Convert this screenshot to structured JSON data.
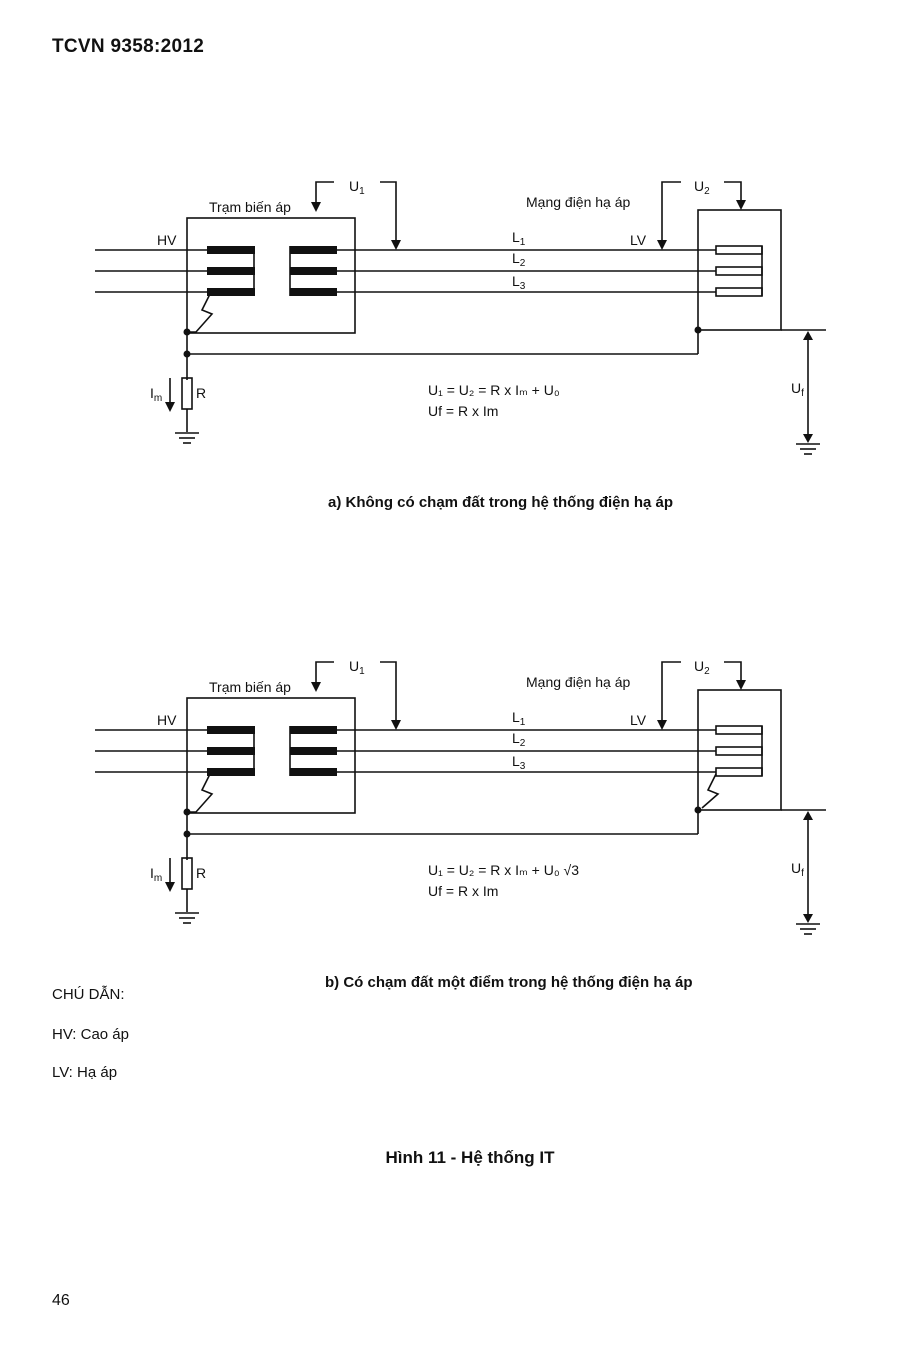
{
  "header": "TCVN 9358:2012",
  "figures": [
    {
      "id": "a",
      "substation": "Trạm biến áp",
      "lv_network": "Mạng điện hạ áp",
      "hv": "HV",
      "lv": "LV",
      "u1": "U",
      "u1_sub": "1",
      "u2": "U",
      "u2_sub": "2",
      "l1": "L",
      "l1_sub": "1",
      "l2": "L",
      "l2_sub": "2",
      "l3": "L",
      "l3_sub": "3",
      "im": "I",
      "im_sub": "m",
      "r": "R",
      "uf": "U",
      "uf_sub": "f",
      "eq1": "U₁ = U₂ = R x Iₘ + U₀",
      "eq2": "U_f = R x Iₘ",
      "eq2_display": "Uf = R x Im",
      "caption": "a) Không có chạm đất trong hệ thống điện hạ áp"
    },
    {
      "id": "b",
      "substation": "Trạm biến áp",
      "lv_network": "Mạng điện hạ áp",
      "hv": "HV",
      "lv": "LV",
      "u1": "U",
      "u1_sub": "1",
      "u2": "U",
      "u2_sub": "2",
      "l1": "L",
      "l1_sub": "1",
      "l2": "L",
      "l2_sub": "2",
      "l3": "L",
      "l3_sub": "3",
      "im": "I",
      "im_sub": "m",
      "r": "R",
      "uf": "U",
      "uf_sub": "f",
      "eq1": "U₁ = U₂ = R x Iₘ + U₀ √3",
      "eq2": "U_f = R x Iₘ",
      "eq2_display": "Uf = R x Im",
      "caption": "b) Có chạm đất một điểm trong hệ thống điện hạ áp"
    }
  ],
  "legend": {
    "title": "CHÚ DẪN:",
    "hv": "HV: Cao áp",
    "lv": "LV: Hạ áp"
  },
  "figure_title": "Hình 11 - Hệ thống IT",
  "page_number": "46"
}
